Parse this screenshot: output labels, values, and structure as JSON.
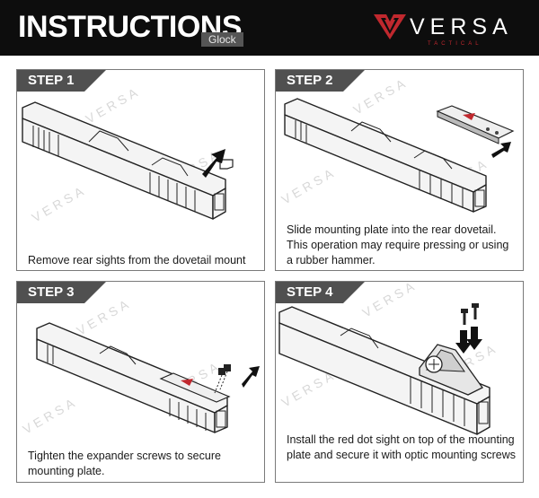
{
  "header": {
    "title": "INSTRUCTIONS",
    "model": "Glock",
    "brand": "VERSA",
    "brand_sub": "TACTICAL"
  },
  "watermark": "VERSA",
  "colors": {
    "header_bg": "#0d0d0d",
    "tab_bg": "#505050",
    "accent": "#c0282e",
    "border": "#7a7a7a"
  },
  "steps": [
    {
      "label": "STEP 1",
      "text": "Remove rear sights from the dovetail mount"
    },
    {
      "label": "STEP 2",
      "text": "Slide mounting plate into the rear dovetail. This operation may require pressing or using a rubber hammer."
    },
    {
      "label": "STEP 3",
      "text": "Tighten the expander screws to secure mounting plate."
    },
    {
      "label": "STEP 4",
      "text": "Install the red dot sight on top of the mounting plate and secure it with optic mounting screws"
    }
  ]
}
